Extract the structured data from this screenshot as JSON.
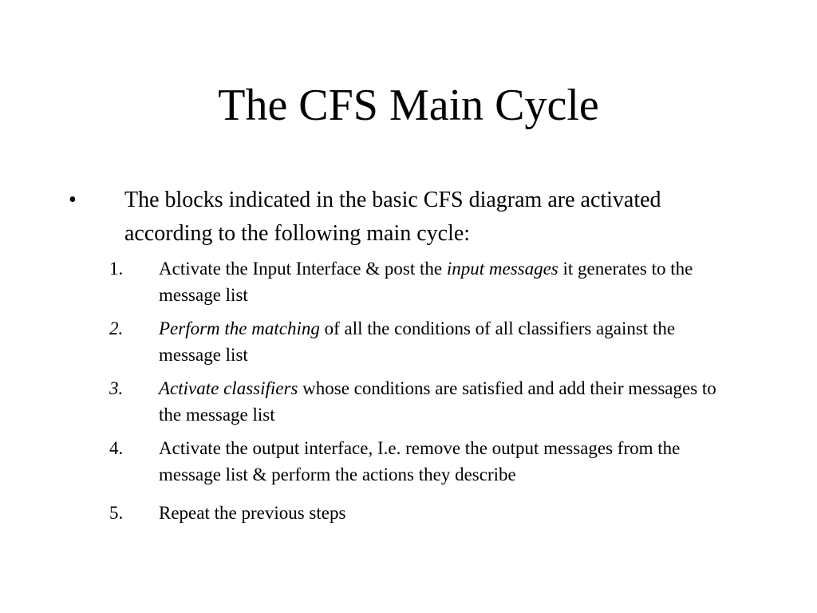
{
  "slide": {
    "title": "The CFS Main Cycle",
    "bullet": {
      "marker": "•",
      "text": "The blocks indicated in the basic CFS diagram are activated according to the following main cycle:"
    },
    "steps": [
      {
        "number": "1.",
        "italic_number": false,
        "pre": "Activate the Input Interface & post the ",
        "italic": "input messages",
        "post": " it generates to the message list"
      },
      {
        "number": "2.",
        "italic_number": true,
        "pre": "",
        "italic": "Perform the matching",
        "post": " of all the conditions of all classifiers against the message list"
      },
      {
        "number": "3.",
        "italic_number": true,
        "pre": "",
        "italic": "Activate classifiers",
        "post": " whose conditions are satisfied and add their messages to the message list"
      },
      {
        "number": "4.",
        "italic_number": false,
        "pre": "Activate the output interface, I.e. remove the output messages from the message list & perform the actions they describe",
        "italic": "",
        "post": ""
      },
      {
        "number": "5.",
        "italic_number": false,
        "pre": "Repeat the previous steps",
        "italic": "",
        "post": ""
      }
    ]
  }
}
